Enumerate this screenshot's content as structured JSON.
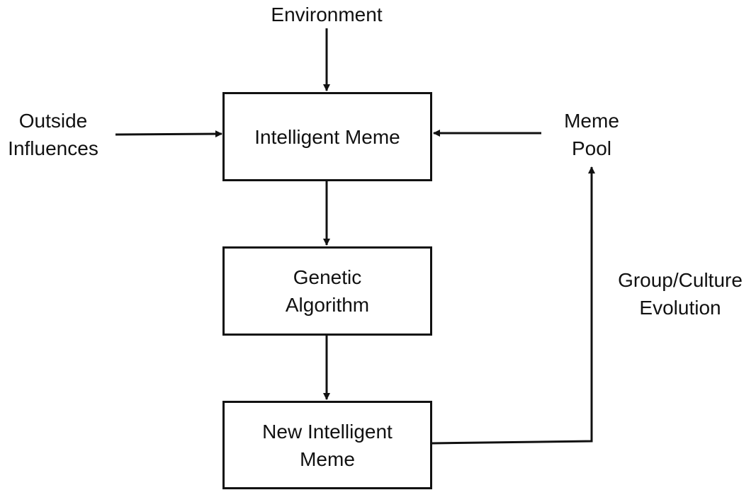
{
  "nodes": {
    "intelligent_meme": "Intelligent Meme",
    "genetic_algorithm": "Genetic\nAlgorithm",
    "new_intelligent_meme": "New Intelligent\nMeme"
  },
  "labels": {
    "environment": "Environment",
    "outside_influences": "Outside\nInfluences",
    "meme_pool": "Meme\nPool",
    "group_culture_evolution": "Group/Culture\nEvolution"
  },
  "colors": {
    "stroke": "#111111",
    "background": "#ffffff"
  }
}
